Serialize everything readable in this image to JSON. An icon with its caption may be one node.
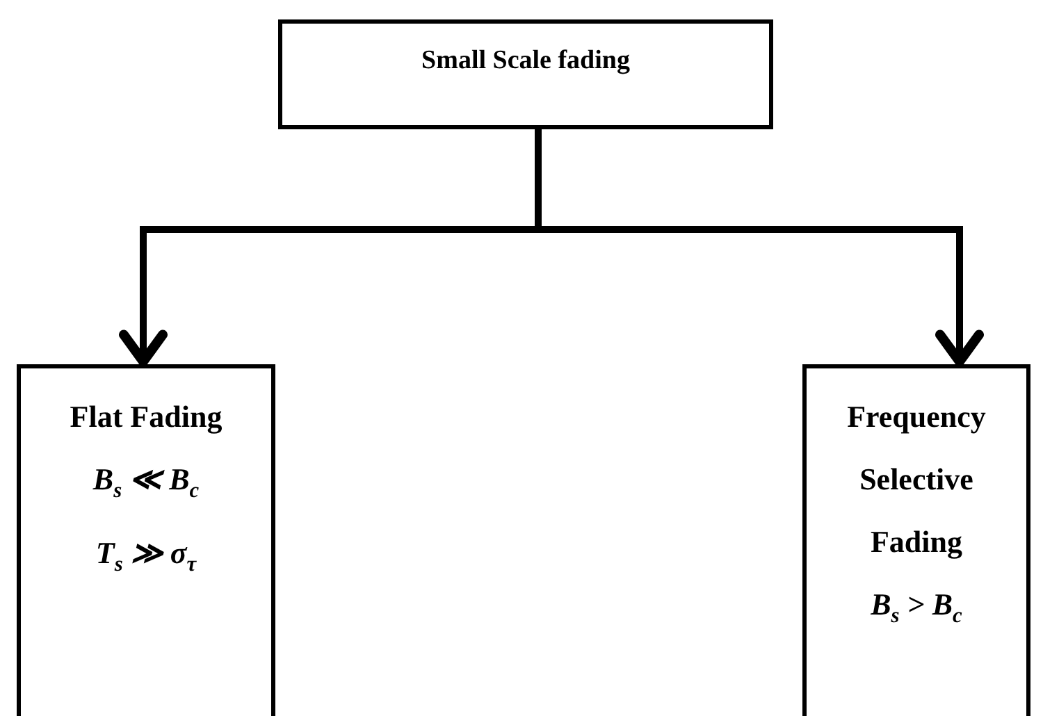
{
  "diagram": {
    "nodes": [
      {
        "text": [
          "Small Scale fading"
        ]
      },
      {
        "text": [
          "Flat Fading",
          "*B*$_{s}$ ≪ *B*$_{c}$",
          "*T*$_{s}$ ≫ *σ*$_{τ}$"
        ]
      },
      {
        "text": [
          "Frequency Selective Fading",
          "*B*$_{s}$ > *B*$_{c}$"
        ]
      }
    ],
    "edges": [
      {
        "from": 0,
        "to": 1,
        "arrow": "to"
      },
      {
        "from": 0,
        "to": 2,
        "arrow": "to"
      }
    ]
  }
}
